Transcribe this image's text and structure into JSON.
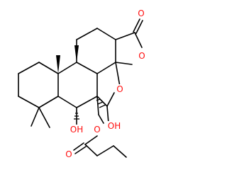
{
  "molecule": {
    "colors": {
      "bond": "#000000",
      "oxygen": "#ff0d0d",
      "background": "#ffffff"
    },
    "atom_labels": {
      "ketone_oxygen": "O",
      "lactone_ring_oxygen": "O",
      "acetal_ring_oxygen": "O",
      "hydroxyl_right": "OH",
      "hydroxyl_left": "OH",
      "ester_oxygen": "O",
      "ester_carbonyl_oxygen": "O"
    }
  }
}
